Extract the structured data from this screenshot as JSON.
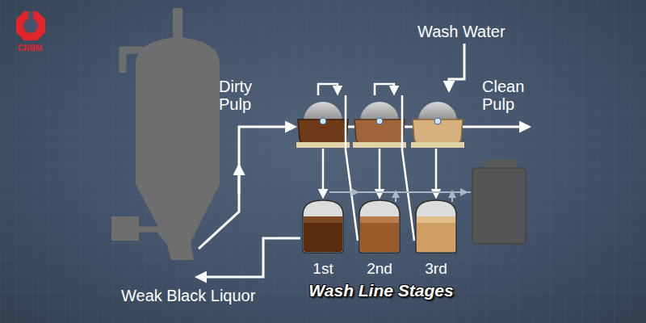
{
  "diagram": {
    "title": "Wash Line Stages",
    "nodes": [
      {
        "text": [
          "1st"
        ]
      },
      {
        "text": [
          "2nd"
        ]
      },
      {
        "text": [
          "3rd"
        ]
      }
    ],
    "labels": [
      "CNBM",
      "Dirty Pulp",
      "Wash Water",
      "Clean Pulp",
      "Weak Black Liquor"
    ]
  }
}
